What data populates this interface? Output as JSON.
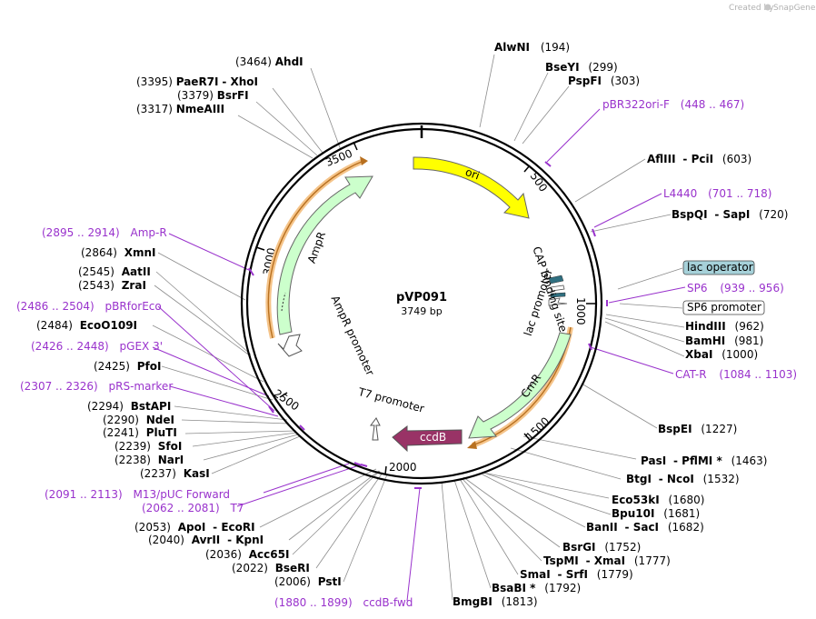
{
  "brand": {
    "text": "Created by",
    "name": "SnapGene"
  },
  "plasmid": {
    "name": "pVP091",
    "length_label": "3749 bp",
    "length": 3749
  },
  "ticks": [
    "500",
    "1000",
    "1500",
    "2000",
    "2500",
    "3000",
    "3500"
  ],
  "colors": {
    "ori": "#ffff00",
    "ampr": "#ccffcc",
    "cmr": "#ccffcc",
    "ccdb": "#993366",
    "primer": "#9932cc",
    "lac_operator": "#a6d1d9",
    "orange": "#f5c48a"
  },
  "features": [
    {
      "id": "ori",
      "label": "ori"
    },
    {
      "id": "ampr",
      "label": "AmpR"
    },
    {
      "id": "ampr_promoter",
      "label": "AmpR promoter"
    },
    {
      "id": "cap",
      "label": "CAP binding site"
    },
    {
      "id": "lac_promoter",
      "label": "lac promoter"
    },
    {
      "id": "cmr",
      "label": "CmR"
    },
    {
      "id": "ccdb",
      "label": "ccdB"
    },
    {
      "id": "t7_promoter",
      "label": "T7 promoter"
    }
  ],
  "boxes": [
    {
      "id": "lac_operator",
      "label": "lac operator"
    },
    {
      "id": "sp6_promoter",
      "label": "SP6 promoter"
    }
  ],
  "sites": {
    "ahdi": {
      "pos": "(3464)",
      "name": "AhdI"
    },
    "paer7i": {
      "pos": "(3395)",
      "name": "PaeR7I",
      "extra": "- XhoI"
    },
    "bsrfi": {
      "pos": "(3379)",
      "name": "BsrFI"
    },
    "nmeaiii": {
      "pos": "(3317)",
      "name": "NmeAIII"
    },
    "alwni": {
      "name": "AlwNI",
      "pos": "(194)"
    },
    "bseyi": {
      "name": "BseYI",
      "pos": "(299)"
    },
    "pspfi": {
      "name": "PspFI",
      "pos": "(303)"
    },
    "afliii": {
      "name": "AflIII",
      "extra": "- PciI",
      "pos": "(603)"
    },
    "bspqi": {
      "name": "BspQI",
      "extra": "- SapI",
      "pos": "(720)"
    },
    "hindiii": {
      "name": "HindIII",
      "pos": "(962)"
    },
    "bamhi": {
      "name": "BamHI",
      "pos": "(981)"
    },
    "xbai": {
      "name": "XbaI",
      "pos": "(1000)"
    },
    "bspei": {
      "name": "BspEI",
      "pos": "(1227)"
    },
    "pasi": {
      "name": "PasI",
      "extra": "- PflMI *",
      "pos": "(1463)"
    },
    "btgi": {
      "name": "BtgI",
      "extra": "- NcoI",
      "pos": "(1532)"
    },
    "eco53ki": {
      "name": "Eco53kI",
      "pos": "(1680)"
    },
    "bpu10i": {
      "name": "Bpu10I",
      "pos": "(1681)"
    },
    "banii": {
      "name": "BanII",
      "extra": "- SacI",
      "pos": "(1682)"
    },
    "bsrgi": {
      "name": "BsrGI",
      "pos": "(1752)"
    },
    "tspmi": {
      "name": "TspMI",
      "extra": "- XmaI",
      "pos": "(1777)"
    },
    "smai": {
      "name": "SmaI",
      "extra": "- SrfI",
      "pos": "(1779)"
    },
    "bsabi": {
      "name": "BsaBI *",
      "pos": "(1792)"
    },
    "bmgbi": {
      "name": "BmgBI",
      "pos": "(1813)"
    },
    "psti": {
      "pos": "(2006)",
      "name": "PstI"
    },
    "bseri": {
      "pos": "(2022)",
      "name": "BseRI"
    },
    "acc65i": {
      "pos": "(2036)",
      "name": "Acc65I"
    },
    "avrii": {
      "pos": "(2040)",
      "name": "AvrII",
      "extra": "- KpnI"
    },
    "apoi": {
      "pos": "(2053)",
      "name": "ApoI",
      "extra": "- EcoRI"
    },
    "kasi": {
      "pos": "(2237)",
      "name": "KasI"
    },
    "nari": {
      "pos": "(2238)",
      "name": "NarI"
    },
    "sfoi": {
      "pos": "(2239)",
      "name": "SfoI"
    },
    "pluti": {
      "pos": "(2241)",
      "name": "PluTI"
    },
    "ndei": {
      "pos": "(2290)",
      "name": "NdeI"
    },
    "bstapi": {
      "pos": "(2294)",
      "name": "BstAPI"
    },
    "pfoi": {
      "pos": "(2425)",
      "name": "PfoI"
    },
    "eco109i": {
      "pos": "(2484)",
      "name": "EcoO109I"
    },
    "zrai": {
      "pos": "(2543)",
      "name": "ZraI"
    },
    "aatii": {
      "pos": "(2545)",
      "name": "AatII"
    },
    "xmni": {
      "pos": "(2864)",
      "name": "XmnI"
    }
  },
  "primers": {
    "pbr322ori": {
      "name": "pBR322ori-F",
      "range": "(448 .. 467)"
    },
    "l4440": {
      "name": "L4440",
      "range": "(701 .. 718)"
    },
    "sp6": {
      "name": "SP6",
      "range": "(939 .. 956)"
    },
    "catr": {
      "name": "CAT-R",
      "range": "(1084 .. 1103)"
    },
    "ccdbfwd": {
      "range": "(1880 .. 1899)",
      "name": "ccdB-fwd"
    },
    "t7": {
      "range": "(2062 .. 2081)",
      "name": "T7"
    },
    "m13puc": {
      "range": "(2091 .. 2113)",
      "name": "M13/pUC Forward"
    },
    "prsmarker": {
      "range": "(2307 .. 2326)",
      "name": "pRS-marker"
    },
    "pgex3": {
      "range": "(2426 .. 2448)",
      "name": "pGEX 3'"
    },
    "pbrforeco": {
      "range": "(2486 .. 2504)",
      "name": "pBRforEco"
    },
    "ampr": {
      "range": "(2895 .. 2914)",
      "name": "Amp-R"
    }
  }
}
